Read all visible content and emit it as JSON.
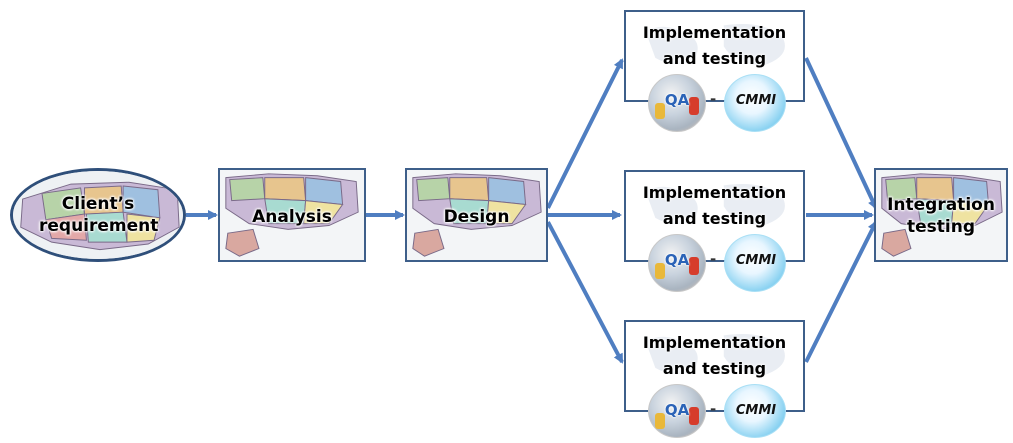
{
  "nodes": {
    "client_requirement": "Client’s requirement",
    "analysis": "Analysis",
    "design": "Design",
    "integration": "Integration testing"
  },
  "implementation": [
    {
      "title": "Implementation and testing",
      "qa": "QA",
      "separator": "-",
      "cmmi": "CMMI"
    },
    {
      "title": "Implementation and testing",
      "qa": "QA",
      "separator": "-",
      "cmmi": "CMMI"
    },
    {
      "title": "Implementation and testing",
      "qa": "QA",
      "separator": "-",
      "cmmi": "CMMI"
    }
  ],
  "colors": {
    "arrow": "#4f7ec1",
    "border": "#3e5f8a"
  }
}
